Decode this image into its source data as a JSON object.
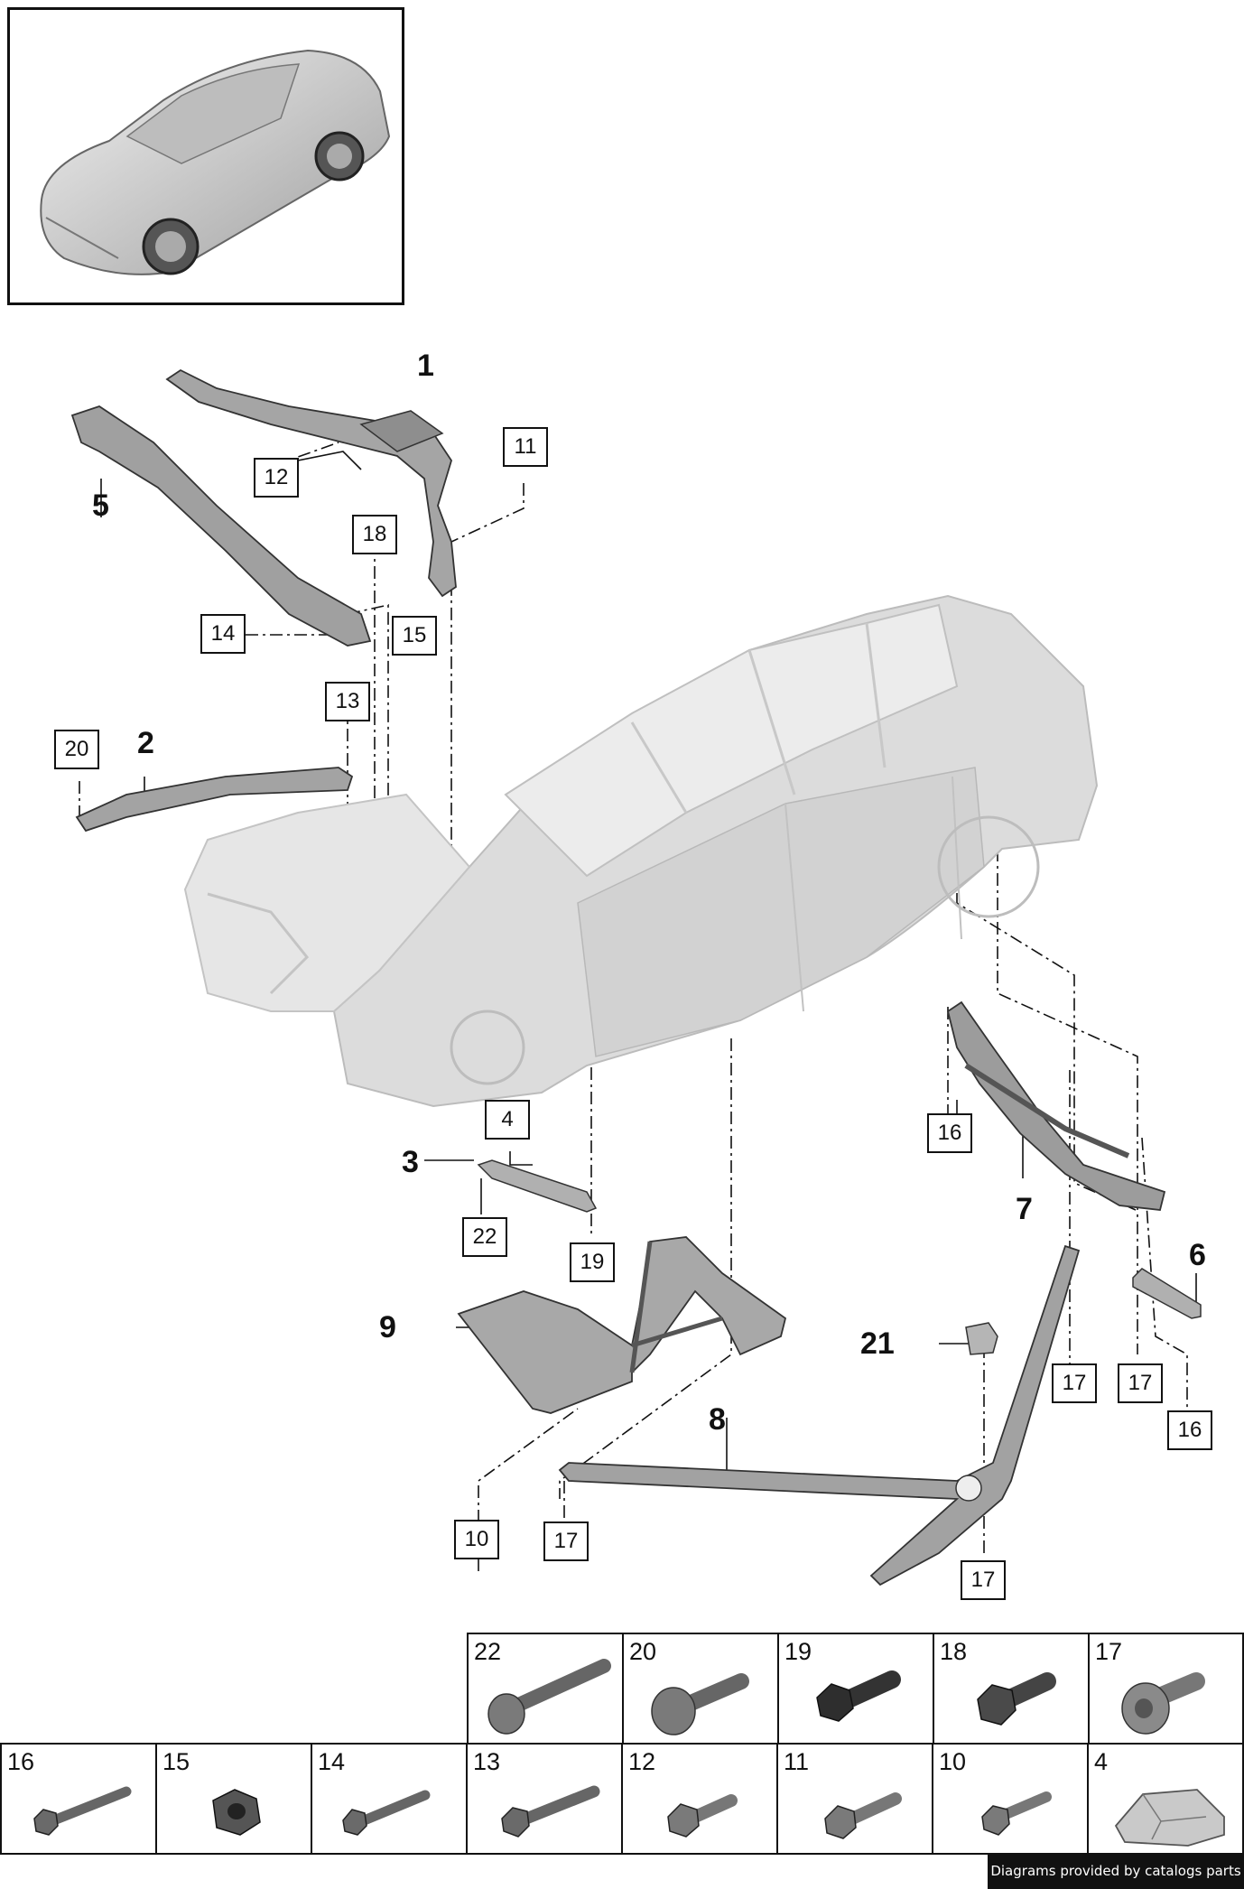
{
  "callouts_bold": [
    {
      "id": "p1",
      "label": "1"
    },
    {
      "id": "p2",
      "label": "2"
    },
    {
      "id": "p3",
      "label": "3"
    },
    {
      "id": "p5",
      "label": "5"
    },
    {
      "id": "p6",
      "label": "6"
    },
    {
      "id": "p7",
      "label": "7"
    },
    {
      "id": "p8",
      "label": "8"
    },
    {
      "id": "p9",
      "label": "9"
    },
    {
      "id": "p21",
      "label": "21"
    }
  ],
  "callouts_boxed": [
    {
      "id": "b11",
      "label": "11"
    },
    {
      "id": "b12",
      "label": "12"
    },
    {
      "id": "b18",
      "label": "18"
    },
    {
      "id": "b14",
      "label": "14"
    },
    {
      "id": "b15",
      "label": "15"
    },
    {
      "id": "b13",
      "label": "13"
    },
    {
      "id": "b20",
      "label": "20"
    },
    {
      "id": "b4",
      "label": "4"
    },
    {
      "id": "b22",
      "label": "22"
    },
    {
      "id": "b19",
      "label": "19"
    },
    {
      "id": "b16a",
      "label": "16"
    },
    {
      "id": "b17a",
      "label": "17"
    },
    {
      "id": "b17b",
      "label": "17"
    },
    {
      "id": "b16b",
      "label": "16"
    },
    {
      "id": "b10",
      "label": "10"
    },
    {
      "id": "b17c",
      "label": "17"
    },
    {
      "id": "b17d",
      "label": "17"
    }
  ],
  "hardware_top_row": [
    {
      "label": "22",
      "icon": "long-flange-bolt-icon"
    },
    {
      "label": "20",
      "icon": "flange-bolt-icon"
    },
    {
      "label": "19",
      "icon": "hex-bolt-dark-icon"
    },
    {
      "label": "18",
      "icon": "hex-bolt-icon"
    },
    {
      "label": "17",
      "icon": "torx-bolt-icon"
    }
  ],
  "hardware_bottom_row": [
    {
      "label": "16",
      "icon": "long-hex-bolt-icon"
    },
    {
      "label": "15",
      "icon": "hex-nut-icon"
    },
    {
      "label": "14",
      "icon": "long-hex-bolt-icon"
    },
    {
      "label": "13",
      "icon": "hex-bolt-icon"
    },
    {
      "label": "12",
      "icon": "hex-bolt-icon"
    },
    {
      "label": "11",
      "icon": "hex-bolt-icon"
    },
    {
      "label": "10",
      "icon": "stud-bolt-icon"
    },
    {
      "label": "4",
      "icon": "clip-nut-icon"
    }
  ],
  "footer": {
    "text": "Diagrams provided by catalogs parts"
  },
  "colors": {
    "line": "#111111",
    "part": "#9a9a9a",
    "body": "#d9d9d9"
  }
}
